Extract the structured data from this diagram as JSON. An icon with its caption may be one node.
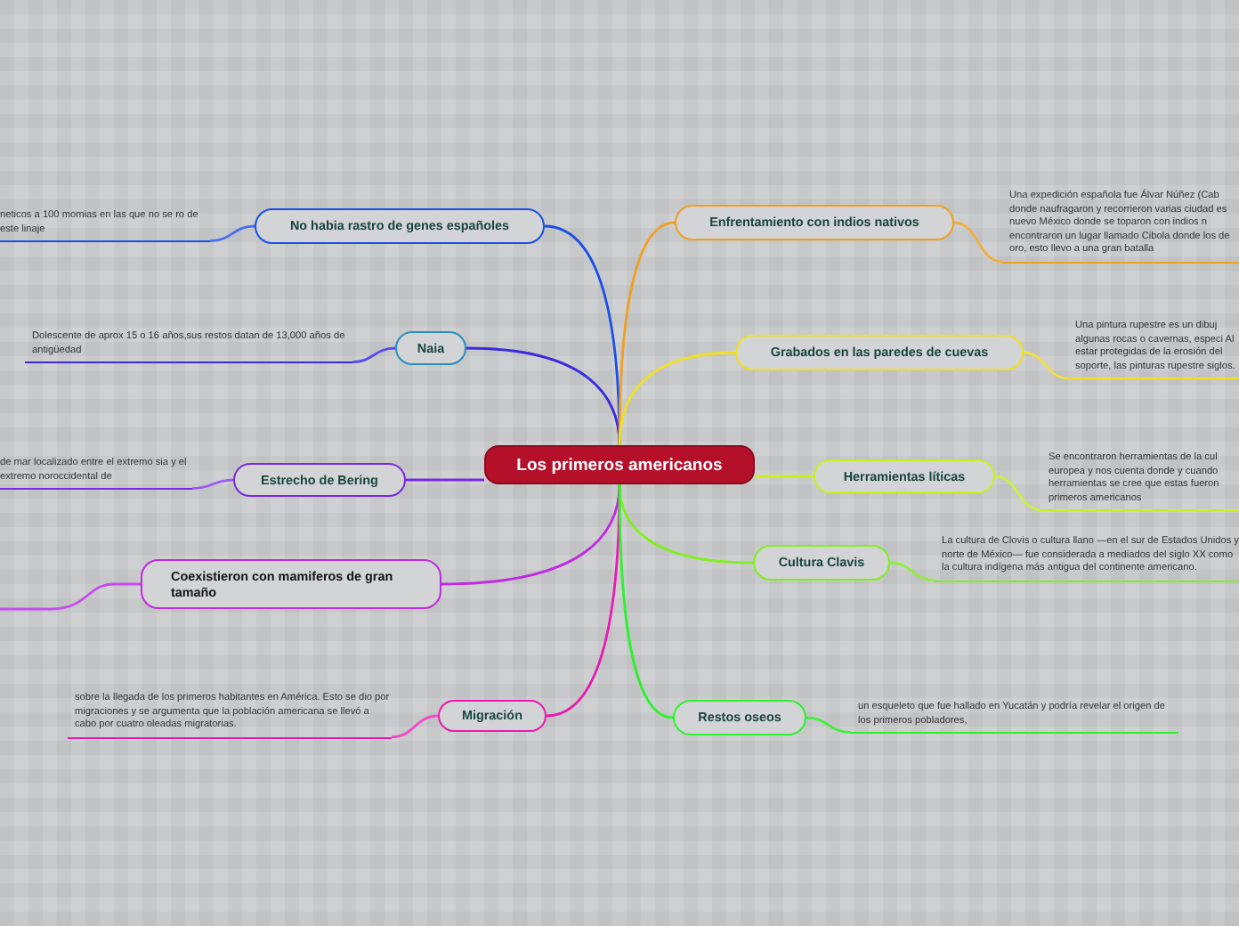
{
  "diagram": {
    "nodes": [
      {
        "text": [
          "Los primeros americanos"
        ]
      },
      {
        "text": [
          "No habia rastro de genes españoles"
        ]
      },
      {
        "text": [
          "neticos a 100 momias en las que no se ro de este linaje"
        ]
      },
      {
        "text": [
          "Naia"
        ]
      },
      {
        "text": [
          "Dolescente de aprox 15 o 16 años,sus restos datan de 13,000 años de antigüedad"
        ]
      },
      {
        "text": [
          "Estrecho de Bering"
        ]
      },
      {
        "text": [
          "de mar localizado entre el extremo sia y el extremo noroccidental de"
        ]
      },
      {
        "text": [
          "Coexistieron con mamiferos de gran tamaño"
        ]
      },
      {
        "text": [
          "Migración"
        ]
      },
      {
        "text": [
          "sobre la llegada de los primeros habitantes en América. Esto se dio por migraciones y se argumenta que la población americana se llevó a cabo por cuatro oleadas migratorias."
        ]
      },
      {
        "text": [
          "Enfrentamiento con indios nativos"
        ]
      },
      {
        "text": [
          "Una expedición española fue Álvar Núñez (Cab donde naufragaron y recorrieron varias ciudad es nuevo México donde se toparon con indios n encontraron un lugar llamado Cibola donde los de oro, esto llevo a una gran batalla"
        ]
      },
      {
        "text": [
          "Grabados en las paredes de cuevas"
        ]
      },
      {
        "text": [
          "Una pintura rupestre es un dibuj algunas rocas o cavernas, especi Al estar protegidas de la erosión del soporte, las pinturas rupestre siglos."
        ]
      },
      {
        "text": [
          "Herramientas líticas"
        ]
      },
      {
        "text": [
          "Se encontraron herramientas de la cul europea y nos cuenta donde y cuando herramientas se cree que estas fueron primeros americanos"
        ]
      },
      {
        "text": [
          "Cultura Clavis"
        ]
      },
      {
        "text": [
          "La cultura de Clovis o cultura llano —en el sur de Estados Unidos y norte de México— fue considerada a mediados del siglo XX como la cultura indígena más antigua del continente americano."
        ]
      },
      {
        "text": [
          "Restos oseos"
        ]
      },
      {
        "text": [
          "un esqueleto que fue hallado en Yucatán y podría revelar el origen de los primeros pobladores,"
        ]
      }
    ],
    "edges": [
      {
        "from": 0,
        "to": 1,
        "arrow": "none",
        "color": "#1a4fe8"
      },
      {
        "from": 1,
        "to": 2,
        "arrow": "none",
        "color": "#4a6ff0"
      },
      {
        "from": 0,
        "to": 3,
        "arrow": "none",
        "color": "#3a2ae0"
      },
      {
        "from": 3,
        "to": 4,
        "arrow": "none",
        "color": "#5a4af0"
      },
      {
        "from": 0,
        "to": 5,
        "arrow": "none",
        "color": "#7a2ae0"
      },
      {
        "from": 5,
        "to": 6,
        "arrow": "none",
        "color": "#9a5af0"
      },
      {
        "from": 0,
        "to": 7,
        "arrow": "none",
        "color": "#c02ae0"
      },
      {
        "from": 7,
        "to": null,
        "arrow": "none",
        "color": "#c84af0"
      },
      {
        "from": 0,
        "to": 8,
        "arrow": "none",
        "color": "#e81ab0"
      },
      {
        "from": 8,
        "to": 9,
        "arrow": "none",
        "color": "#f04ac8"
      },
      {
        "from": 0,
        "to": 10,
        "arrow": "none",
        "color": "#f0a020"
      },
      {
        "from": 10,
        "to": 11,
        "arrow": "none",
        "color": "#f0b040"
      },
      {
        "from": 0,
        "to": 12,
        "arrow": "none",
        "color": "#f0e020"
      },
      {
        "from": 12,
        "to": 13,
        "arrow": "none",
        "color": "#f0e040"
      },
      {
        "from": 0,
        "to": 14,
        "arrow": "none",
        "color": "#c8f020"
      },
      {
        "from": 14,
        "to": 15,
        "arrow": "none",
        "color": "#c8f040"
      },
      {
        "from": 0,
        "to": 16,
        "arrow": "none",
        "color": "#80f020"
      },
      {
        "from": 16,
        "to": 17,
        "arrow": "none",
        "color": "#90f040"
      },
      {
        "from": 0,
        "to": 18,
        "arrow": "none",
        "color": "#30f030"
      },
      {
        "from": 18,
        "to": 19,
        "arrow": "none",
        "color": "#40f040"
      }
    ]
  }
}
